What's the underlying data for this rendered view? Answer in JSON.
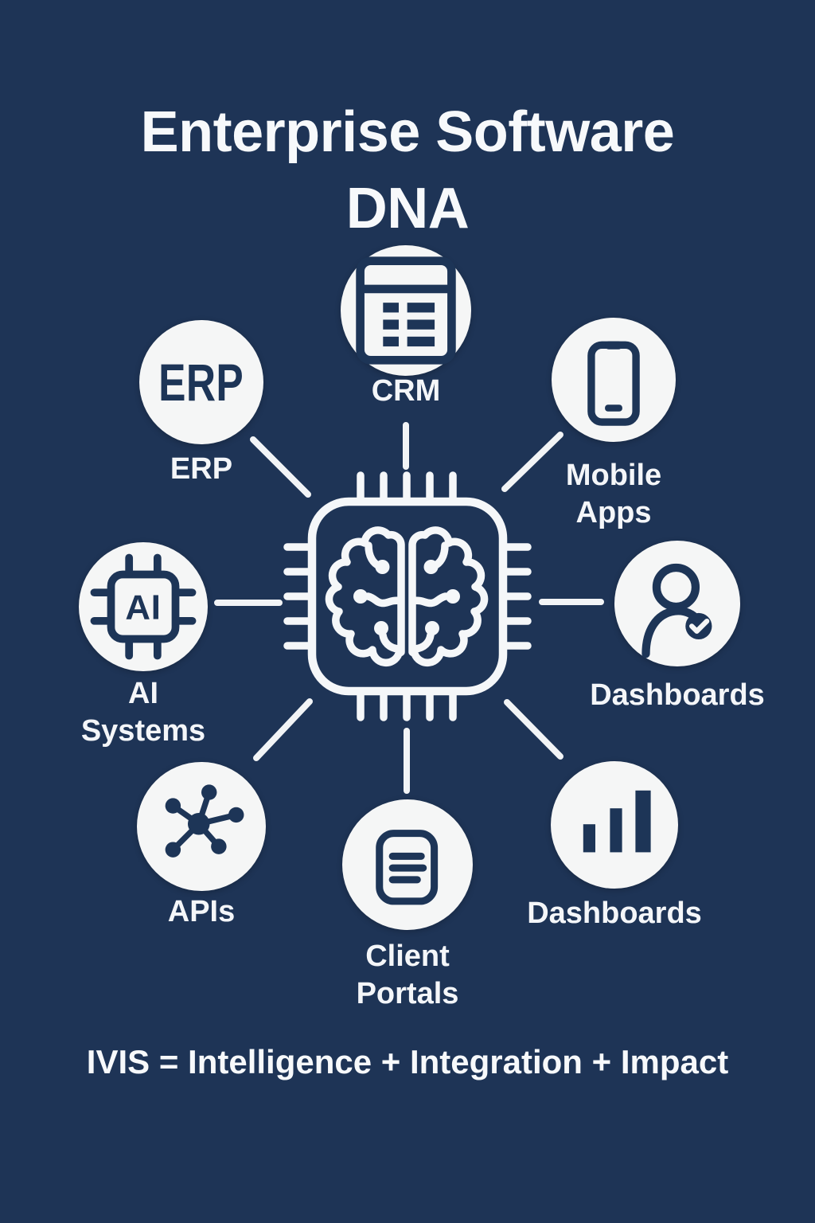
{
  "page": {
    "title": "Enterprise Software DNA",
    "footer": "IVIS = Intelligence + Integration + Impact"
  },
  "colors": {
    "background": "#1e3456",
    "node_fill": "#f5f6f6",
    "icon_navy": "#1d3557",
    "text_white": "#f7f9fb",
    "connector_white": "#f2f4f6"
  },
  "center": {
    "icon": "brain-chip-icon"
  },
  "nodes": [
    {
      "id": "crm",
      "label": "CRM",
      "icon": "table-grid-icon"
    },
    {
      "id": "erp",
      "label": "ERP",
      "icon": "erp-text-icon",
      "icon_text": "ERP"
    },
    {
      "id": "mobile-apps",
      "label": "Mobile Apps",
      "icon": "smartphone-icon"
    },
    {
      "id": "ai-systems",
      "label": "AI Systems",
      "icon": "ai-chip-icon",
      "icon_text": "AI"
    },
    {
      "id": "dashboards-user",
      "label": "Dashboards",
      "icon": "user-check-icon"
    },
    {
      "id": "apis",
      "label": "APIs",
      "icon": "network-hub-icon"
    },
    {
      "id": "client-portals",
      "label": "Client Portals",
      "icon": "document-lines-icon"
    },
    {
      "id": "dashboards-chart",
      "label": "Dashboards",
      "icon": "bar-chart-icon"
    }
  ]
}
